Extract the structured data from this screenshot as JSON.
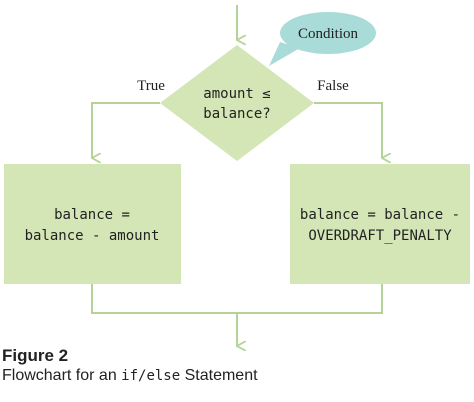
{
  "diagram": {
    "decision": {
      "line1": "amount ≤",
      "line2": "balance?"
    },
    "callout": "Condition",
    "true_label": "True",
    "false_label": "False",
    "true_box": {
      "line1": "balance =",
      "line2": "balance - amount"
    },
    "false_box": {
      "line1": "balance = balance -",
      "line2": "OVERDRAFT_PENALTY"
    }
  },
  "caption": {
    "figure_number": "Figure 2",
    "title_before": "Flowchart for an ",
    "title_code": "if/else",
    "title_after": " Statement"
  },
  "colors": {
    "box_fill": "#d4e6b5",
    "line": "#b4d396",
    "callout_fill": "#a9dcd9",
    "text": "#222222"
  }
}
